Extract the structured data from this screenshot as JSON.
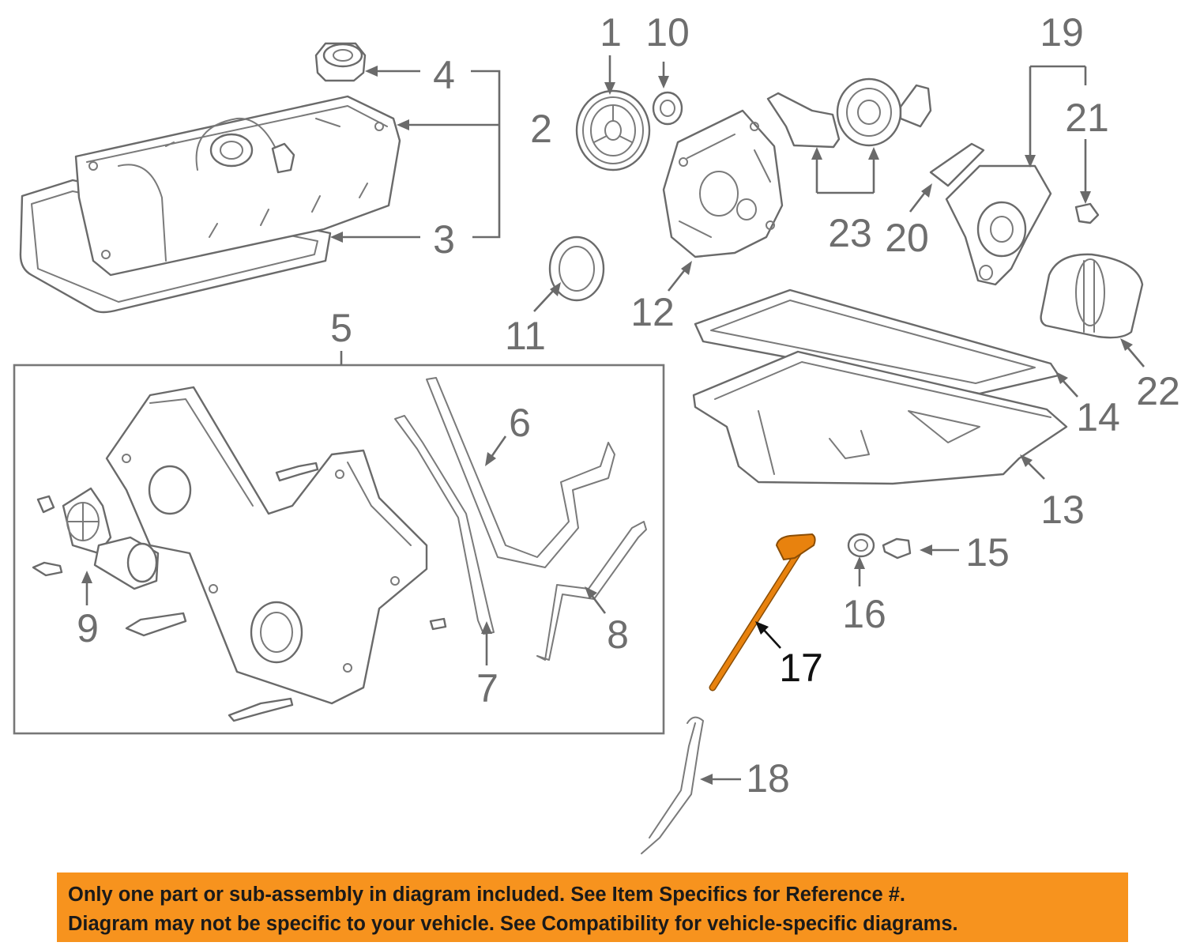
{
  "diagram": {
    "callouts": [
      {
        "id": "1",
        "label": "1"
      },
      {
        "id": "2",
        "label": "2"
      },
      {
        "id": "3",
        "label": "3"
      },
      {
        "id": "4",
        "label": "4"
      },
      {
        "id": "5",
        "label": "5"
      },
      {
        "id": "6",
        "label": "6"
      },
      {
        "id": "7",
        "label": "7"
      },
      {
        "id": "8",
        "label": "8"
      },
      {
        "id": "9",
        "label": "9"
      },
      {
        "id": "10",
        "label": "10"
      },
      {
        "id": "11",
        "label": "11"
      },
      {
        "id": "12",
        "label": "12"
      },
      {
        "id": "13",
        "label": "13"
      },
      {
        "id": "14",
        "label": "14"
      },
      {
        "id": "15",
        "label": "15"
      },
      {
        "id": "16",
        "label": "16"
      },
      {
        "id": "17",
        "label": "17"
      },
      {
        "id": "18",
        "label": "18"
      },
      {
        "id": "19",
        "label": "19"
      },
      {
        "id": "20",
        "label": "20"
      },
      {
        "id": "21",
        "label": "21"
      },
      {
        "id": "22",
        "label": "22"
      },
      {
        "id": "23",
        "label": "23"
      }
    ],
    "highlighted_part": "17",
    "colors": {
      "highlight": "#e8820e",
      "banner": "#f7931e",
      "line": "#6a6a6a"
    }
  },
  "notice": {
    "line1": "Only one part or sub-assembly in diagram included. See Item Specifics for Reference #.",
    "line2": "Diagram may not be specific to your vehicle. See Compatibility for vehicle-specific diagrams."
  }
}
